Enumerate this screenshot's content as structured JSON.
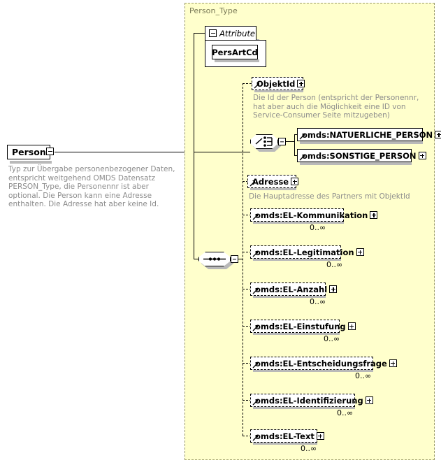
{
  "diagram": {
    "kind": "xsd-schema-element-diagram",
    "root": {
      "name": "Person",
      "toggle": "collapse-minus",
      "documentation": "Typ zur Übergabe personenbezogener Daten, entspricht weitgehend OMDS Datensatz PERSON_Type, die Personennr ist aber optional. Die Person kann eine Adresse enthalten. Die Adresse hat aber keine Id."
    },
    "type_panel": {
      "title": "Person_Type"
    },
    "attributes_group": {
      "header_label": "Attribute",
      "header_toggle": "collapse-minus",
      "items": [
        {
          "name": "PersArtCd"
        }
      ]
    },
    "compositors": {
      "choice": {
        "kind": "choice",
        "toggle": "collapse-minus"
      },
      "sequence": {
        "kind": "sequence",
        "toggle": "collapse-minus"
      }
    },
    "nodes": [
      {
        "id": "objektid",
        "label": "ObjektId",
        "border": "dashed",
        "toggle": "expand-plus",
        "occurs": "",
        "documentation": "Die Id der Person (entspricht der Personennr, hat aber auch die Möglichkeit eine ID von Service-Consumer Seite mitzugeben)"
      },
      {
        "id": "natuerliche-person",
        "label": "omds:NATUERLICHE_PERSON",
        "border": "solid",
        "toggle": "expand-plus",
        "occurs": "",
        "documentation": ""
      },
      {
        "id": "sonstige-person",
        "label": "omds:SONSTIGE_PERSON",
        "border": "solid",
        "toggle": "expand-plus",
        "occurs": "",
        "documentation": ""
      },
      {
        "id": "adresse",
        "label": "Adresse",
        "border": "dashed",
        "toggle": "expand-plus",
        "occurs": "",
        "documentation": "Die Hauptadresse des Partners mit ObjektId"
      },
      {
        "id": "el-kommunikation",
        "label": "omds:EL-Kommunikation",
        "border": "dashed",
        "toggle": "expand-plus",
        "occurs": "0..∞",
        "documentation": ""
      },
      {
        "id": "el-legitimation",
        "label": "omds:EL-Legitimation",
        "border": "dashed",
        "toggle": "expand-plus",
        "occurs": "0..∞",
        "documentation": ""
      },
      {
        "id": "el-anzahl",
        "label": "omds:EL-Anzahl",
        "border": "dashed",
        "toggle": "expand-plus",
        "occurs": "0..∞",
        "documentation": ""
      },
      {
        "id": "el-einstufung",
        "label": "omds:EL-Einstufung",
        "border": "dashed",
        "toggle": "expand-plus",
        "occurs": "0..∞",
        "documentation": ""
      },
      {
        "id": "el-entscheidungsfrage",
        "label": "omds:EL-Entscheidungsfrage",
        "border": "dashed",
        "toggle": "expand-plus",
        "occurs": "0..∞",
        "documentation": ""
      },
      {
        "id": "el-identifizierung",
        "label": "omds:EL-Identifizierung",
        "border": "dashed",
        "toggle": "expand-plus",
        "occurs": "0..∞",
        "documentation": ""
      },
      {
        "id": "el-text",
        "label": "omds:EL-Text",
        "border": "dashed",
        "toggle": "expand-plus",
        "occurs": "0..∞",
        "documentation": ""
      }
    ],
    "colors": {
      "panel_fill": "#ffffcc",
      "panel_border": "#999966",
      "node_fill": "#ffffff",
      "line": "#000000",
      "doc_text": "#8c8c8c",
      "panel_title": "#777755",
      "shadow": "#b9b9b9"
    }
  }
}
